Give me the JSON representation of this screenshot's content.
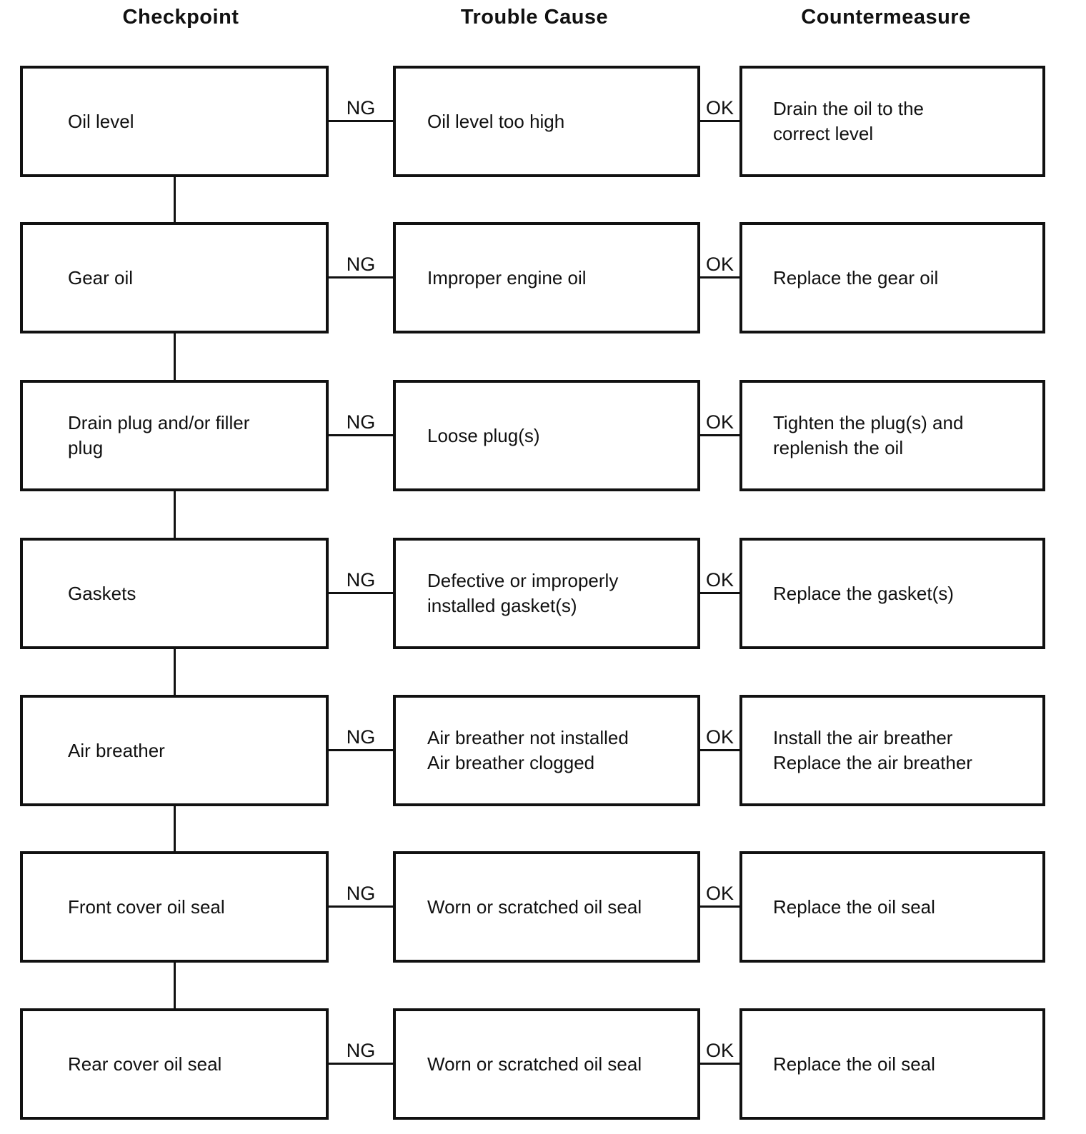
{
  "diagram": {
    "title_row": {
      "checkpoint": "Checkpoint",
      "trouble_cause": "Trouble Cause",
      "countermeasure": "Countermeasure"
    },
    "ink_color": "#111111",
    "background_color": "#ffffff",
    "rows": [
      {
        "checkpoint": "Oil level",
        "ng": "NG",
        "cause": "Oil level too high",
        "ok": "OK",
        "countermeasure": "Drain the oil to the\ncorrect level"
      },
      {
        "checkpoint": "Gear oil",
        "ng": "NG",
        "cause": "Improper engine oil",
        "ok": "OK",
        "countermeasure": "Replace the gear oil"
      },
      {
        "checkpoint": "Drain plug and/or filler\nplug",
        "ng": "NG",
        "cause": "Loose plug(s)",
        "ok": "OK",
        "countermeasure": "Tighten the plug(s) and\nreplenish the oil"
      },
      {
        "checkpoint": "Gaskets",
        "ng": "NG",
        "cause": "Defective or improperly\ninstalled gasket(s)",
        "ok": "OK",
        "countermeasure": "Replace the gasket(s)"
      },
      {
        "checkpoint": "Air breather",
        "ng": "NG",
        "cause": "Air breather not installed\nAir breather clogged",
        "ok": "OK",
        "countermeasure": "Install the air breather\nReplace the air breather"
      },
      {
        "checkpoint": "Front cover oil seal",
        "ng": "NG",
        "cause": "Worn or scratched oil seal",
        "ok": "OK",
        "countermeasure": "Replace the oil seal"
      },
      {
        "checkpoint": "Rear cover oil seal",
        "ng": "NG",
        "cause": "Worn or scratched oil seal",
        "ok": "OK",
        "countermeasure": "Replace the oil seal"
      }
    ]
  }
}
